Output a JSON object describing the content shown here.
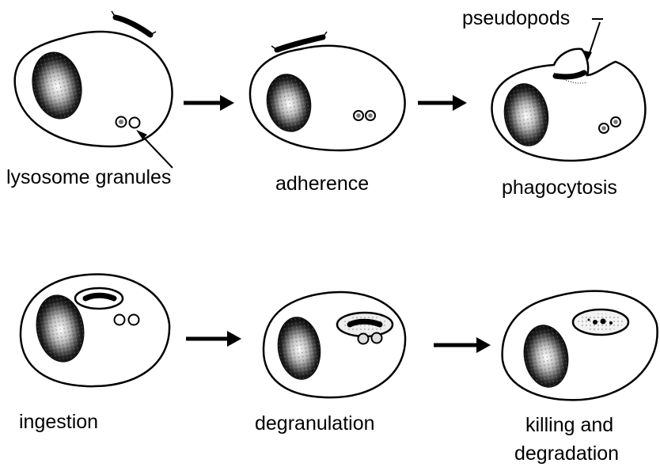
{
  "stages": [
    {
      "id": "stage-1",
      "label": "lysosome granules"
    },
    {
      "id": "stage-2",
      "label": "adherence"
    },
    {
      "id": "stage-3",
      "label": "phagocytosis",
      "callout": "pseudopods"
    },
    {
      "id": "stage-4",
      "label": "ingestion"
    },
    {
      "id": "stage-5",
      "label": "degranulation"
    },
    {
      "id": "stage-6",
      "label_line1": "killing and",
      "label_line2": "degradation"
    }
  ],
  "colors": {
    "ink": "#000000",
    "paper": "#ffffff"
  }
}
